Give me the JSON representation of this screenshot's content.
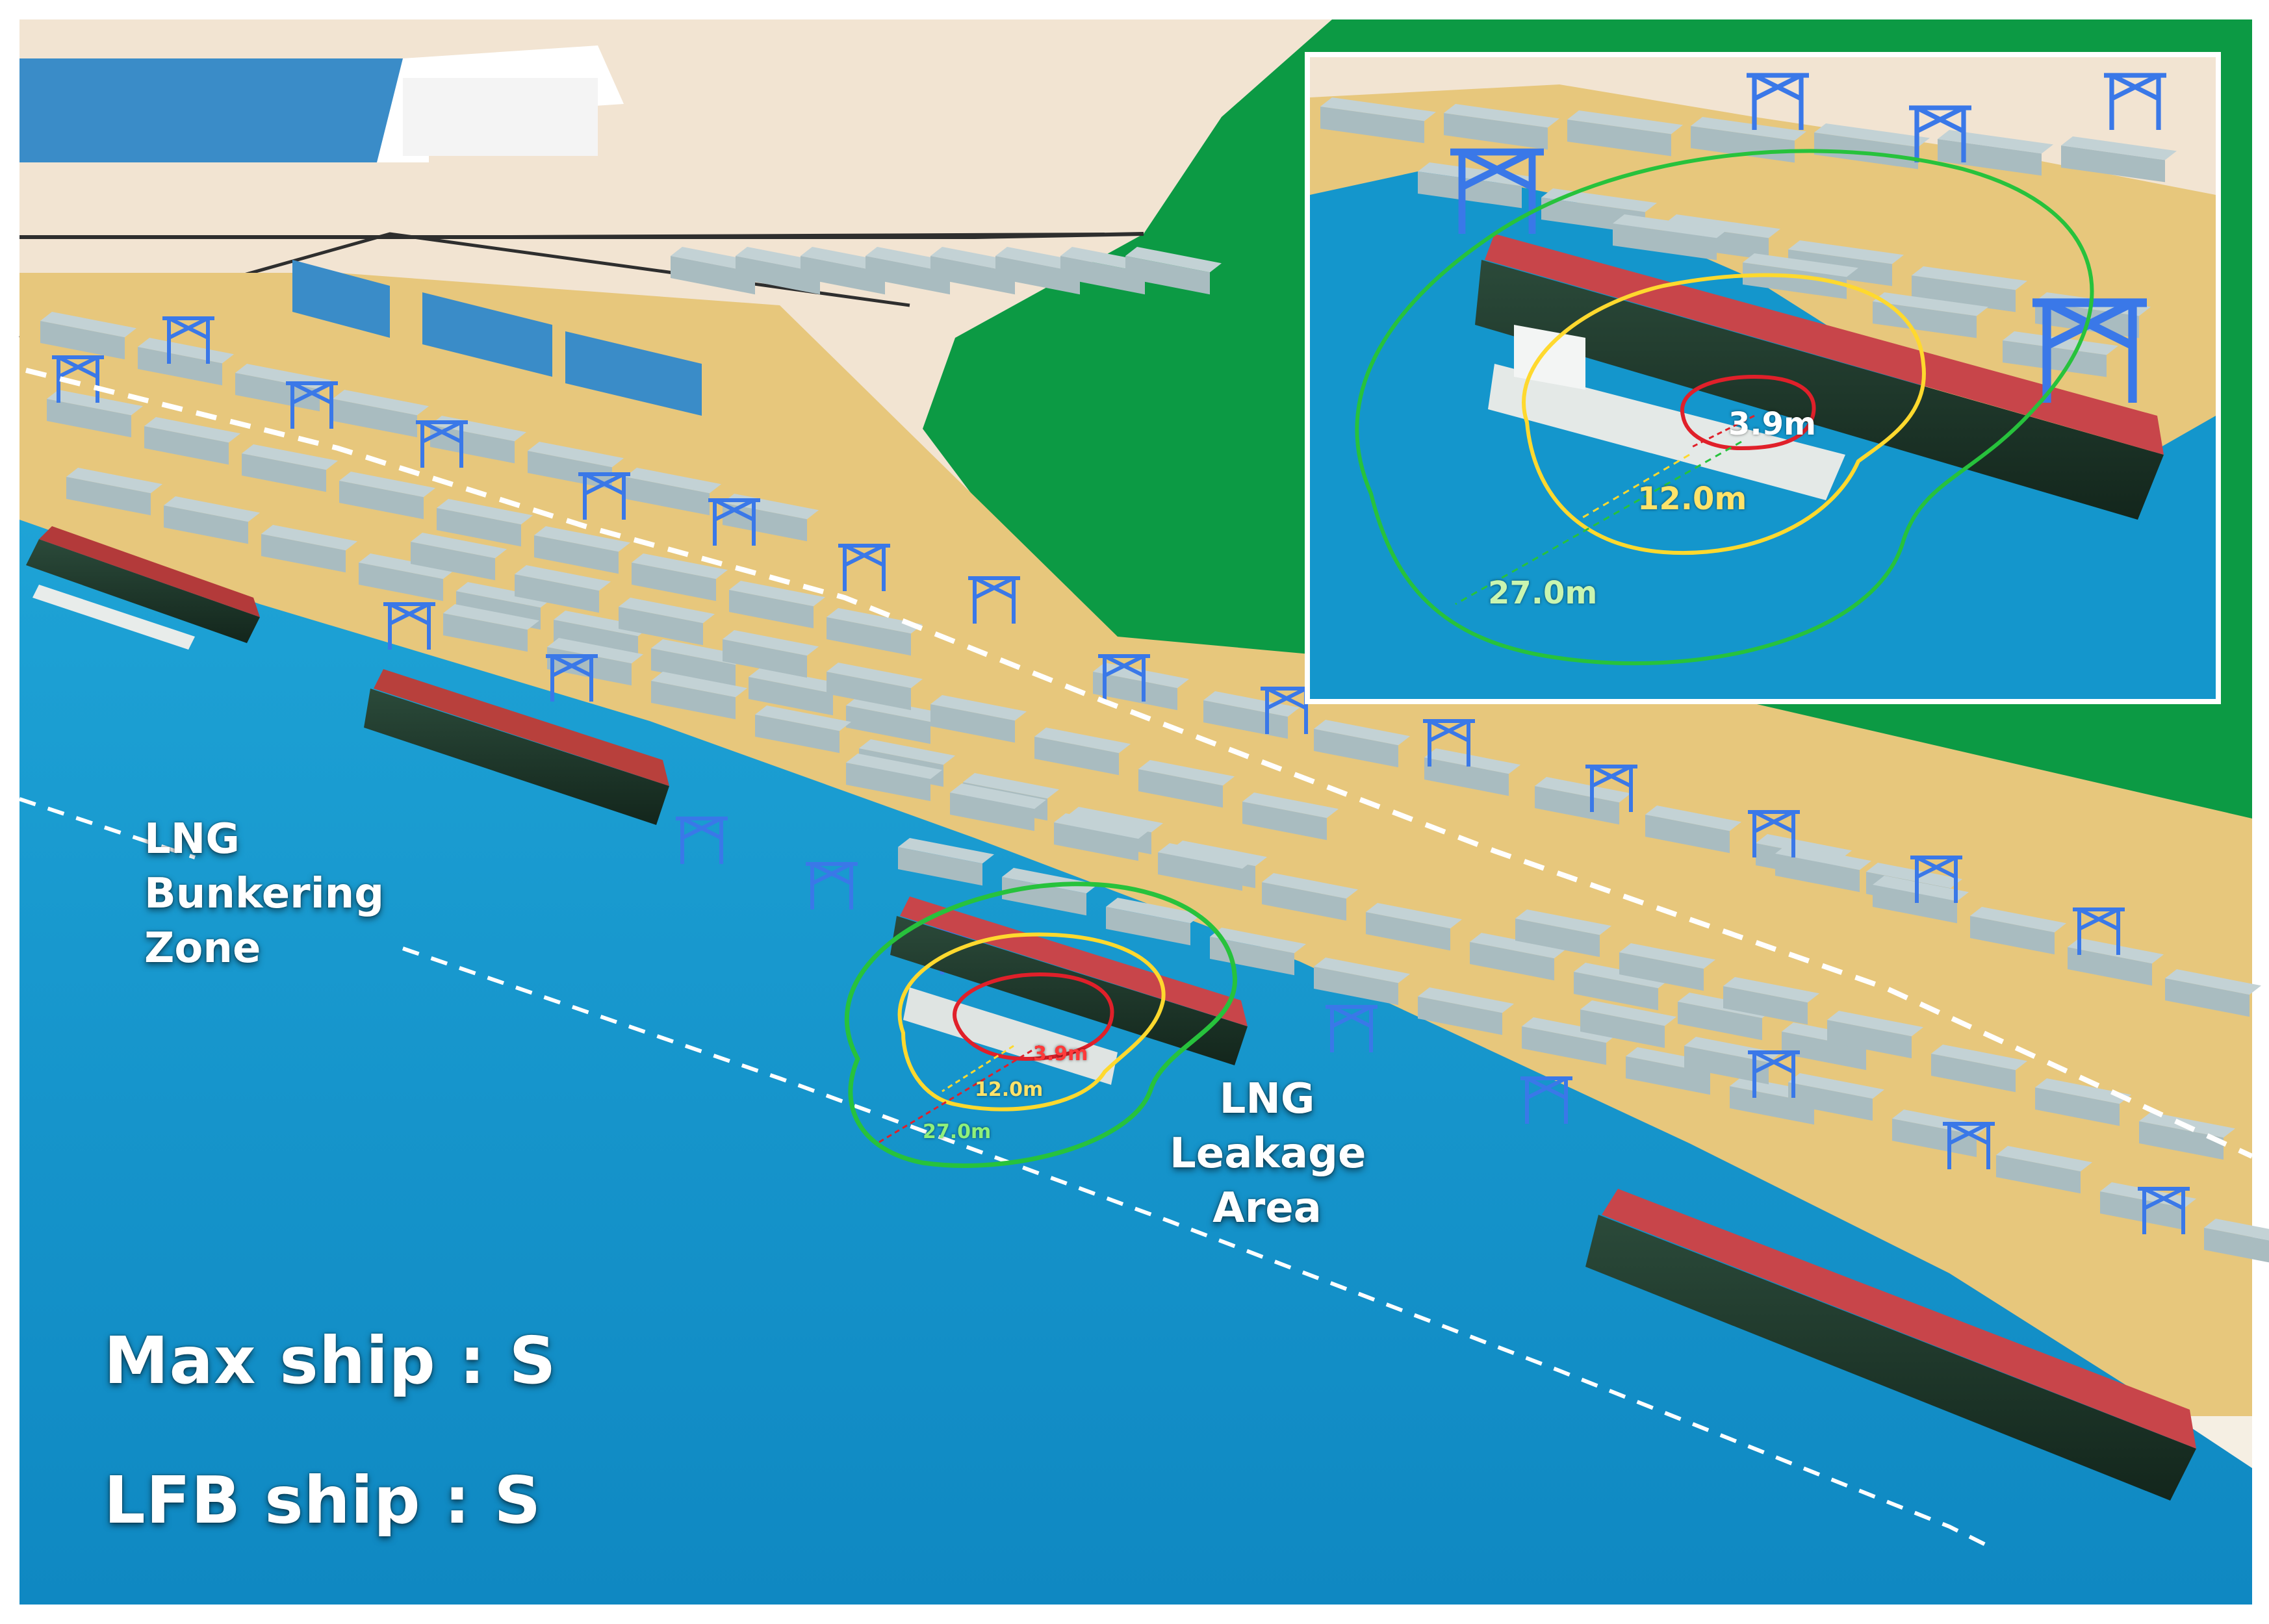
{
  "labels": {
    "bunkering_zone": [
      "LNG",
      "Bunkering",
      "Zone"
    ],
    "leakage_area": [
      "LNG",
      "Leakage",
      "Area"
    ],
    "max_ship": "Max ship : S",
    "lfb_ship": "LFB ship : S"
  },
  "distances": {
    "red": "3.9m",
    "yellow": "12.0m",
    "green": "27.0m"
  },
  "colors": {
    "water": "#1496cc",
    "land_green": "#0c9a44",
    "quay_sand": "#e7c77c",
    "paving": "#f2e4d2",
    "container_stack": "#a9bcc0",
    "crane_blue": "#3a78e8",
    "ring_red": "#e0202a",
    "ring_yellow": "#ffd92e",
    "ring_green": "#27c23c"
  }
}
